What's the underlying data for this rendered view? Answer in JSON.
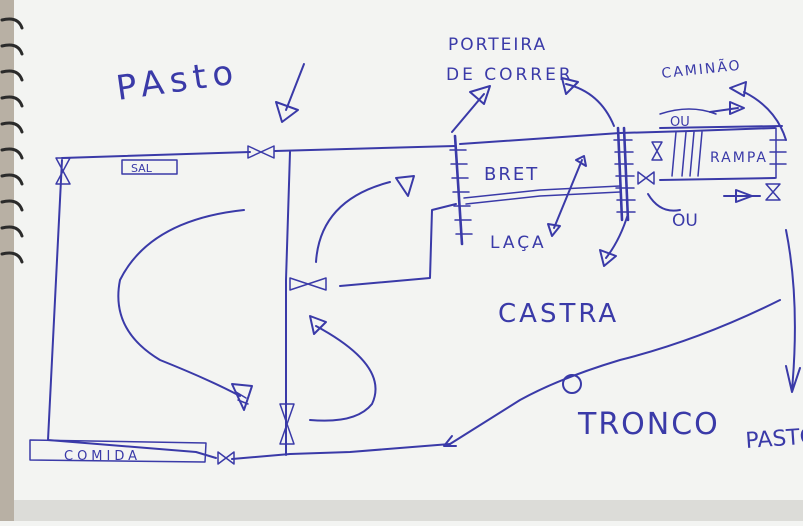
{
  "labels": {
    "pasto_top": "PAsto",
    "porteira_line1": "PORTEIRA",
    "porteira_line2": "DE CORRER",
    "caminhao": "CAMINÃO",
    "sal": "SAL",
    "brete": "BRET",
    "rampa": "RAMPA",
    "ou_top": "OU",
    "ou_bottom": "OU",
    "laca": "LAÇA",
    "castra": "CASTRA",
    "tronco": "TRONCO",
    "comida": "COMIDA",
    "pasto_right": "PASTO"
  },
  "colors": {
    "ink": "#3a3aa8",
    "paper": "#f3f4f2",
    "binding": "#2b2b2b",
    "background": "#b8b0a4"
  }
}
